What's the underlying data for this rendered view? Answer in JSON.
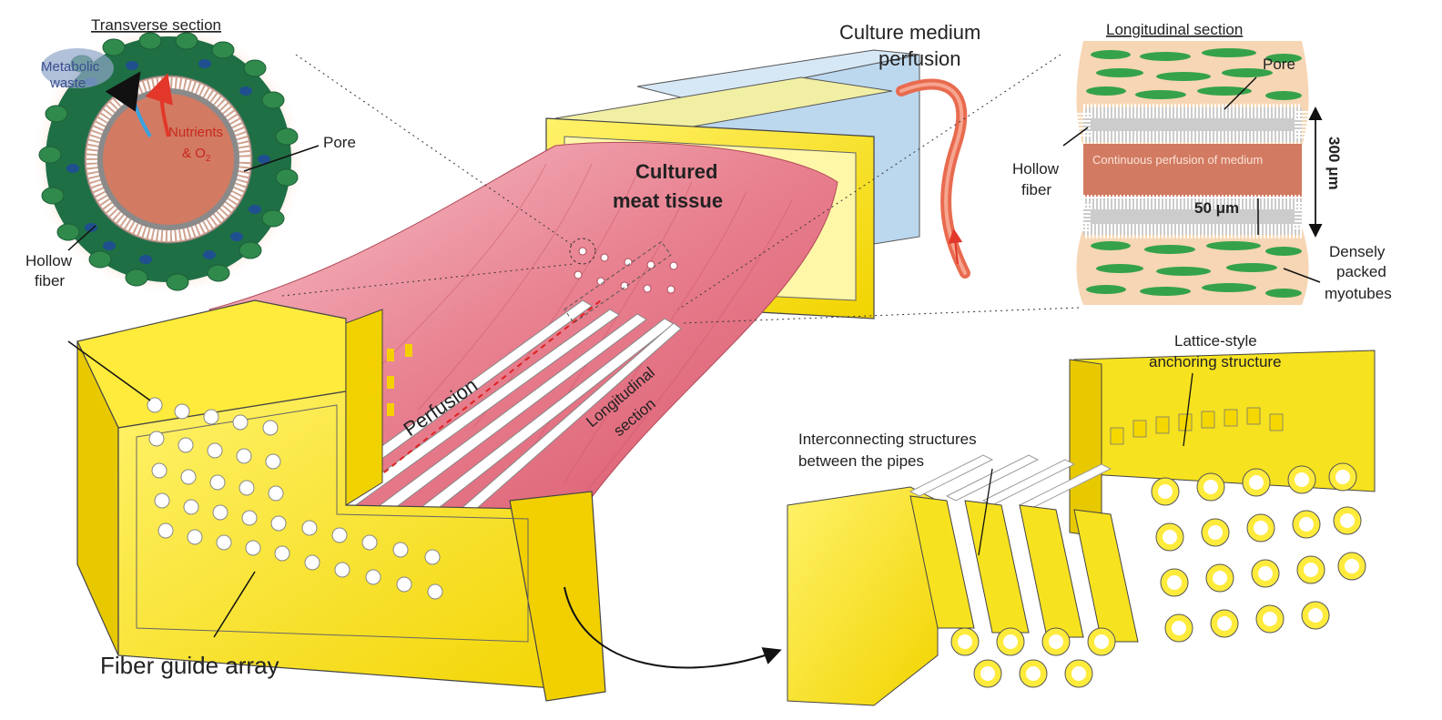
{
  "labels": {
    "transverse_section": "Transverse section",
    "metabolic": "Metabolic",
    "waste": "waste",
    "nutrients": "Nutrients",
    "o2": "& O",
    "o2_sub": "2",
    "pore_left": "Pore",
    "hollow_left_1": "Hollow",
    "hollow_left_2": "fiber",
    "culture_medium_1": "Culture medium",
    "culture_medium_2": "perfusion",
    "cultured_1": "Cultured",
    "cultured_2": "meat tissue",
    "longitudinal_section_title": "Longitudinal section",
    "pore_right": "Pore",
    "hollow_right_1": "Hollow",
    "hollow_right_2": "fiber",
    "continuous_perfusion": "Continuous perfusion of medium",
    "dim_300": "300 μm",
    "dim_50": "50 μm",
    "densely_1": "Densely",
    "densely_2": "packed",
    "densely_3": "myotubes",
    "perfusion": "Perfusion",
    "longitudinal_1": "Longitudinal",
    "longitudinal_2": "section",
    "lattice_1": "Lattice-style",
    "lattice_2": "anchoring structure",
    "interconnecting_1": "Interconnecting structures",
    "interconnecting_2": "between the pipes",
    "fiber_guide_array": "Fiber guide array"
  },
  "colors": {
    "yellow": "#f6e21f",
    "yellow_dark": "#d9b800",
    "tissue": "#e87a8a",
    "tissue_light": "#f3b3bd",
    "medium_block": "#bcd8ef",
    "tube": "#e86b4f",
    "cell_green": "#2f8a4c",
    "nucleus_blue": "#1f4f8f",
    "core": "#d27a62"
  }
}
